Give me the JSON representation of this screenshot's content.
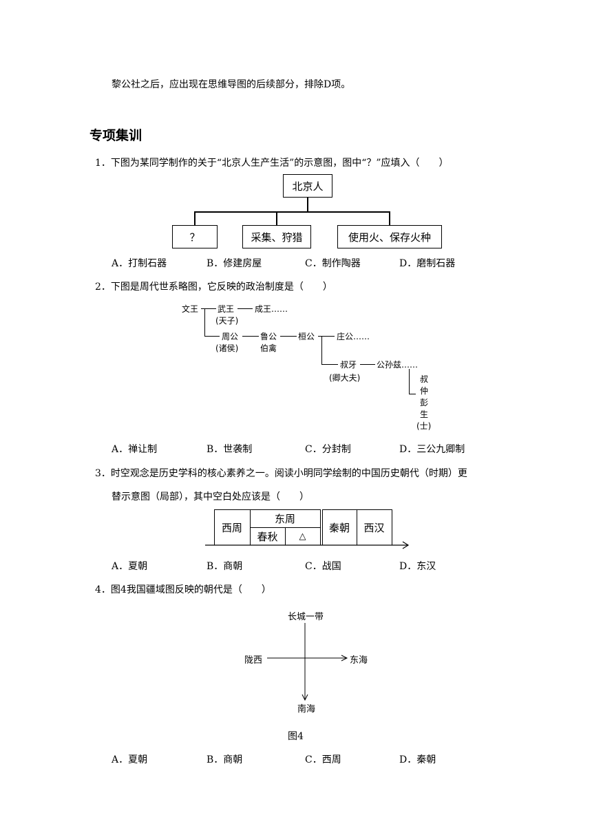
{
  "intro_text": "黎公社之后，应出现在思维导图的后续部分，排除D项。",
  "section_title": "专项集训",
  "q1": {
    "stem": "1．下图为某同学制作的关于“北京人生产生活”的示意图，图中“？”应填入（　　）",
    "root": "北京人",
    "children": [
      "？",
      "采集、狩猎",
      "使用火、保存火种"
    ],
    "options": [
      "A．打制石器",
      "B．修建房屋",
      "C．制作陶器",
      "D．磨制石器"
    ]
  },
  "q2": {
    "stem": "2．下图是周代世系略图，它反映的政治制度是（　　）",
    "tree": {
      "wenwang": "文王",
      "wuwang": "武王",
      "tianzi": "(天子)",
      "chengwang": "成王……",
      "zhougong": "周公",
      "zhuhou": "(诸侯)",
      "lugong": "鲁公",
      "boqin": "伯禽",
      "huangong": "桓公",
      "zhuanggong": "庄公……",
      "shuya": "叔牙",
      "qingdafu": "(卿大夫)",
      "gongsunzi": "公孙兹……",
      "shuzhong": [
        "叔",
        "仲",
        "彭",
        "生"
      ],
      "shi": "(士)"
    },
    "options": [
      "A．禅让制",
      "B．世袭制",
      "C．分封制",
      "D．三公九卿制"
    ]
  },
  "q3": {
    "stem_line1": "3．时空观念是历史学科的核心素养之一。阅读小明同学绘制的中国历史朝代（时期）更",
    "stem_line2": "替示意图（局部），其中空白处应该是（　　）",
    "cells": {
      "xizhou": "西周",
      "dongzhou": "东周",
      "chunqiu": "春秋",
      "blank": "△",
      "qin": "秦朝",
      "xihan": "西汉"
    },
    "options": [
      "A．夏朝",
      "B．商朝",
      "C．战国",
      "D．东汉"
    ]
  },
  "q4": {
    "stem": "4．图4我国疆域图反映的朝代是（　　）",
    "north": "长城一带",
    "west": "陇西",
    "east": "东海",
    "south": "南海",
    "caption": "图4",
    "options": [
      "A．夏朝",
      "B．商朝",
      "C．西周",
      "D．秦朝"
    ]
  }
}
